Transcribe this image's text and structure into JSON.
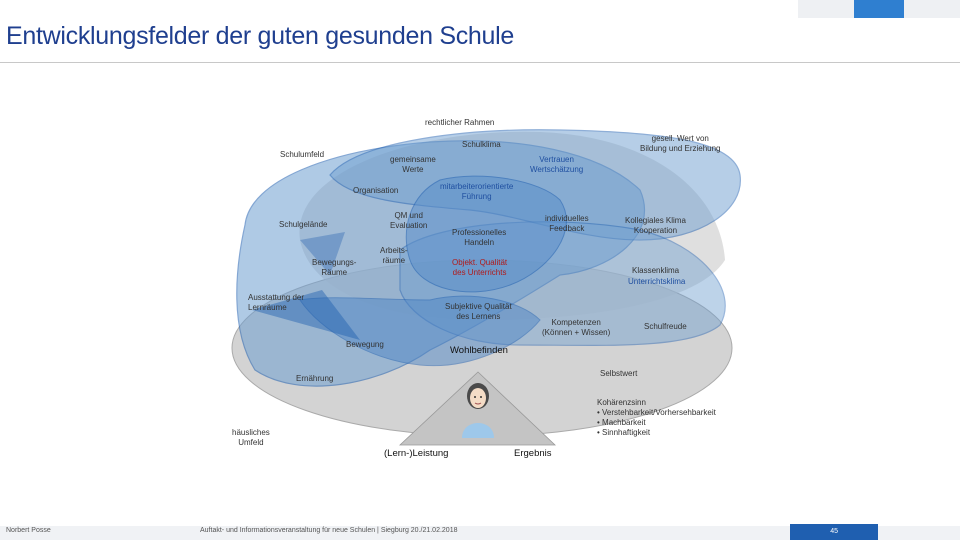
{
  "header": {
    "title": "Entwicklungsfelder der guten gesunden Schule"
  },
  "diagram": {
    "rahmen": "rechtlicher Rahmen",
    "schulklima": "Schulklima",
    "gesell_wert": "gesell. Wert von\nBildung und Erziehung",
    "schulumfeld": "Schulumfeld",
    "gemeinsame_werte": "gemeinsame\nWerte",
    "vertrauen": "Vertrauen\nWertschätzung",
    "organisation": "Organisation",
    "mitarbeiter": "mitarbeiterorientierte\nFührung",
    "schulgelaende": "Schulgelände",
    "qm": "QM und\nEvaluation",
    "individuelles_feedback": "individuelles\nFeedback",
    "kollegiales_klima": "Kollegiales Klima\nKooperation",
    "professionelles_handeln": "Professionelles\nHandeln",
    "bewegungsraeume": "Bewegungs-\nRäume",
    "arbeitsraeume": "Arbeits-\nräume",
    "objektive_qualitaet": "Objekt. Qualität\ndes Unterrichts",
    "klassenklima_a": "Klassenklima",
    "klassenklima_b": "Unterrichtsklima",
    "ausstattung": "Ausstattung der\nLernräume",
    "subjektive_qualitaet": "Subjektive Qualität\ndes Lernens",
    "kompetenzen": "Kompetenzen\n(Können + Wissen)",
    "schulfreude": "Schulfreude",
    "bewegung": "Bewegung",
    "wohlbefinden": "Wohlbefinden",
    "selbstwert": "Selbstwert",
    "ernaehrung": "Ernährung",
    "haeusliches_umfeld": "häusliches\nUmfeld",
    "kohaerenzsinn": "Kohärenzsinn\n• Verstehbarkeit/Vorhersehbarkeit\n• Machbarkeit\n• Sinnhaftigkeit",
    "lernleistung": "(Lern-)Leistung",
    "ergebnis": "Ergebnis"
  },
  "footer": {
    "author": "Norbert Posse",
    "event": "Auftakt- und Informationsveranstaltung für neue Schulen | Siegburg 20./21.02.2018",
    "page": "45"
  },
  "colors": {
    "title": "#1f3f8f",
    "fill_blue": "#6f9fd0",
    "stroke_blue": "#1f5fb0",
    "ellipse_gray": "#d0d0d0",
    "accent_red": "#b01a1a"
  }
}
